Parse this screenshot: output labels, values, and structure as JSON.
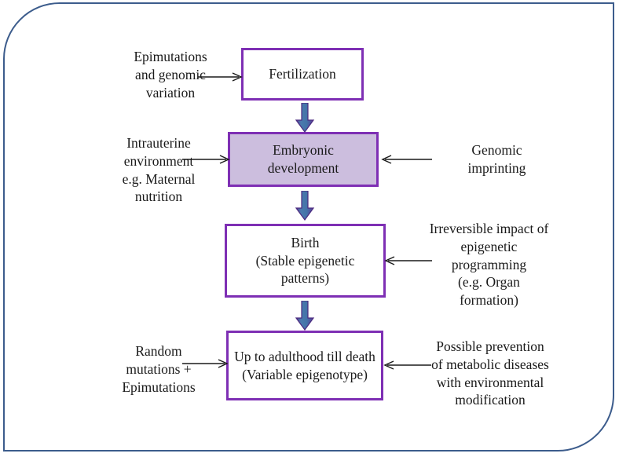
{
  "diagram": {
    "title": "Epigenetic programming across the life course",
    "frame": {
      "border_color": "#3C5C8C"
    },
    "palette": {
      "node_border": "#7E2FB4",
      "node_fill_highlight": "#CCBEDE",
      "node_fill_default": "#FFFFFF",
      "block_arrow_body": "#4A7BAE",
      "block_arrow_edge": "#5B3A96",
      "thin_arrow": "#1A1A1A",
      "text": "#1A1A1A"
    },
    "nodes": [
      {
        "id": "fertilization",
        "label": "Fertilization",
        "filled": false
      },
      {
        "id": "embryonic",
        "label": "Embryonic\ndevelopment",
        "filled": true
      },
      {
        "id": "birth",
        "label": "Birth\n(Stable epigenetic\npatterns)",
        "filled": false
      },
      {
        "id": "adulthood",
        "label": "Up to adulthood till death\n(Variable epigenotype)",
        "filled": false
      }
    ],
    "annotations": [
      {
        "id": "epimutations",
        "side": "left",
        "target": "fertilization",
        "label": "Epimutations\nand genomic\nvariation"
      },
      {
        "id": "intrauterine",
        "side": "left",
        "target": "embryonic",
        "label": "Intrauterine\nenvironment\ne.g. Maternal\nnutrition"
      },
      {
        "id": "random-mutations",
        "side": "left",
        "target": "adulthood",
        "label": "Random\nmutations +\nEpimutations"
      },
      {
        "id": "genomic-imprinting",
        "side": "right",
        "target": "embryonic",
        "label": "Genomic\nimprinting"
      },
      {
        "id": "irreversible-impact",
        "side": "right",
        "target": "birth",
        "label": "Irreversible impact of\nepigenetic\nprogramming\n(e.g. Organ\nformation)"
      },
      {
        "id": "possible-prevention",
        "side": "right",
        "target": "adulthood",
        "label": "Possible prevention\nof metabolic diseases\nwith environmental\nmodification"
      }
    ],
    "flow_arrows": [
      {
        "id": "fert-to-embryo",
        "from": "fertilization",
        "to": "embryonic"
      },
      {
        "id": "embryo-to-birth",
        "from": "embryonic",
        "to": "birth"
      },
      {
        "id": "birth-to-adult",
        "from": "birth",
        "to": "adulthood"
      }
    ]
  }
}
